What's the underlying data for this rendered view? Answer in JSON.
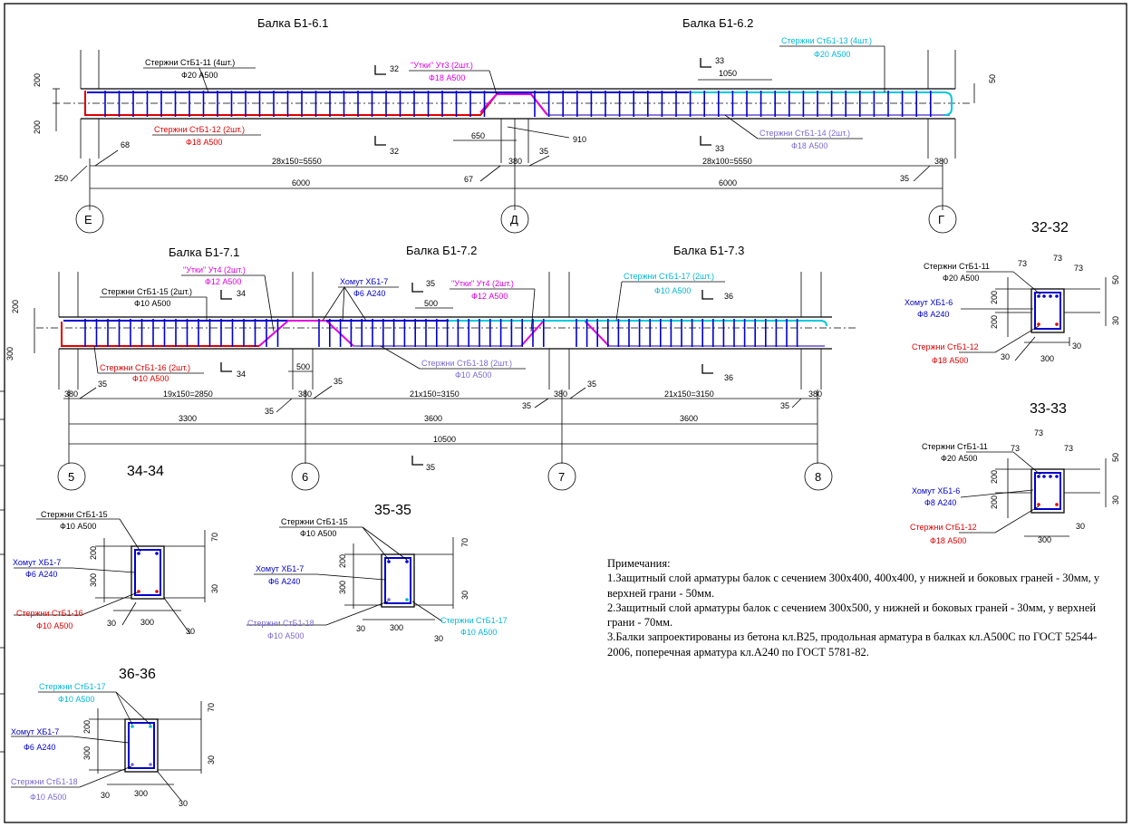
{
  "titles": {
    "b61": "Балка Б1-6.1",
    "b62": "Балка Б1-6.2",
    "b71": "Балка Б1-7.1",
    "b72": "Балка Б1-7.2",
    "b73": "Балка Б1-7.3",
    "s32": "32-32",
    "s33": "33-33",
    "s34": "34-34",
    "s35": "35-35",
    "s36": "36-36"
  },
  "beam6": {
    "dims": {
      "h200a": "200",
      "h200b": "200",
      "d50": "50",
      "d68": "68",
      "d250": "250",
      "d650": "650",
      "d910": "910",
      "d35a": "35",
      "d380a": "380",
      "d67": "67",
      "d1050": "1050",
      "d380b": "380",
      "d35b": "35",
      "span_a": "28x150=5550",
      "span_b": "28x100=5550",
      "axis_a": "6000",
      "axis_b": "6000"
    },
    "cuts": {
      "c32": "32",
      "c33": "33"
    },
    "axes": {
      "e": "Е",
      "d": "Д",
      "g": "Г"
    },
    "labels": {
      "l11": "Стержни СтБ1-11 (4шт.)",
      "l11s": "Ф20 А500",
      "l12": "Стержни СтБ1-12 (2шт.)",
      "l12s": "Ф18 А500",
      "lut": "\"Утки\" Ут3 (2шт.)",
      "luts": "Ф18 А500",
      "l13": "Стержни СтБ1-13 (4шт.)",
      "l13s": "Ф20 А500",
      "l14": "Стержни СтБ1-14 (2шт.)",
      "l14s": "Ф18 А500"
    }
  },
  "beam7": {
    "dims": {
      "h200": "200",
      "h300": "300",
      "d380a": "380",
      "d35a": "35",
      "span_a": "19x150=2850",
      "d35b": "35",
      "d380b": "380",
      "d35c": "35",
      "span_b": "21x150=3150",
      "d35d": "35",
      "d380c": "380",
      "d35e": "35",
      "span_c": "21x150=3150",
      "d35f": "35",
      "d380d": "380",
      "d500a": "500",
      "d500b": "500",
      "axis_a": "3300",
      "axis_b": "3600",
      "axis_c": "3600",
      "total": "10500"
    },
    "cuts": {
      "c34": "34",
      "c35": "35",
      "c36": "36"
    },
    "axes": {
      "a5": "5",
      "a6": "6",
      "a7": "7",
      "a8": "8"
    },
    "labels": {
      "l15": "Стержни СтБ1-15 (2шт.)",
      "l15s": "Ф10 А500",
      "l16": "Стержни СтБ1-16 (2шт.)",
      "l16s": "Ф10 А500",
      "lut4a": "\"Утки\" Ут4 (2шт.)",
      "lut4as": "Ф12 А500",
      "lx7": "Хомут ХБ1-7",
      "lx7s": "Ф6 А240",
      "lut4b": "\"Утки\" Ут4 (2шт.)",
      "lut4bs": "Ф12 А500",
      "l17": "Стержни СтБ1-17 (2шт.)",
      "l17s": "Ф10 А500",
      "l18": "Стержни СтБ1-18 (2шт.)",
      "l18s": "Ф10 А500"
    }
  },
  "sec32": {
    "top": "Стержни СтБ1-11",
    "tops": "Ф20 А500",
    "mid": "Хомут ХБ1-6",
    "mids": "Ф8 А240",
    "bot": "Стержни СтБ1-12",
    "bots": "Ф18 А500",
    "d73a": "73",
    "d73b": "73",
    "d73c": "73",
    "d50": "50",
    "d200a": "200",
    "d200b": "200",
    "d30a": "30",
    "d30b": "30",
    "d300": "300",
    "d30c": "30"
  },
  "sec33": {
    "top": "Стержни СтБ1-11",
    "tops": "Ф20 А500",
    "mid": "Хомут ХБ1-6",
    "mids": "Ф8 А240",
    "bot": "Стержни СтБ1-12",
    "bots": "Ф18 А500",
    "d73a": "73",
    "d73b": "73",
    "d73c": "73",
    "d50": "50",
    "d200a": "200",
    "d200b": "200",
    "d30a": "30",
    "d30b": "30",
    "d300": "300"
  },
  "sec34": {
    "top": "Стержни СтБ1-15",
    "tops": "Ф10 А500",
    "mid": "Хомут ХБ1-7",
    "mids": "Ф6 А240",
    "bot": "Стержни СтБ1-16",
    "bots": "Ф10 А500",
    "d70": "70",
    "d200": "200",
    "d300": "300",
    "d30a": "30",
    "d30b": "30",
    "d300w": "300",
    "d30c": "30"
  },
  "sec35": {
    "top": "Стержни СтБ1-15",
    "tops": "Ф10 А500",
    "mid": "Хомут ХБ1-7",
    "mids": "Ф6 А240",
    "bot": "Стержни СтБ1-18",
    "bots": "Ф10 А500",
    "right": "Стержни СтБ1-17",
    "rights": "Ф10 А500",
    "d70": "70",
    "d200": "200",
    "d300": "300",
    "d30a": "30",
    "d30b": "30",
    "d300w": "300",
    "d30c": "30"
  },
  "sec36": {
    "top": "Стержни СтБ1-17",
    "tops": "Ф10 А500",
    "mid": "Хомут ХБ1-7",
    "mids": "Ф6 А240",
    "bot": "Стержни СтБ1-18",
    "bots": "Ф10 А500",
    "d70": "70",
    "d200": "200",
    "d300": "300",
    "d30a": "30",
    "d30b": "30",
    "d300w": "300",
    "d30c": "30"
  },
  "notes": {
    "title": "Примечания:",
    "n1": "1.Защитный слой арматуры балок с сечением 300х400, 400х400, у нижней и боковых граней - 30мм, у верхней грани - 50мм.",
    "n2": "2.Защитный слой арматуры балок с сечением 300х500, у нижней и боковых граней - 30мм, у верхней грани - 70мм.",
    "n3": "3.Балки запроектированы из бетона кл.В25, продольная арматура в балках кл.А500С по ГОСТ 52544-2006, поперечная арматура кл.А240 по ГОСТ 5781-82."
  },
  "colors": {
    "red": "#e00000",
    "magenta": "#e000e0",
    "blue": "#0000cc",
    "cyan": "#00c8e0",
    "violet": "#8a7ad8",
    "black": "#000000"
  }
}
